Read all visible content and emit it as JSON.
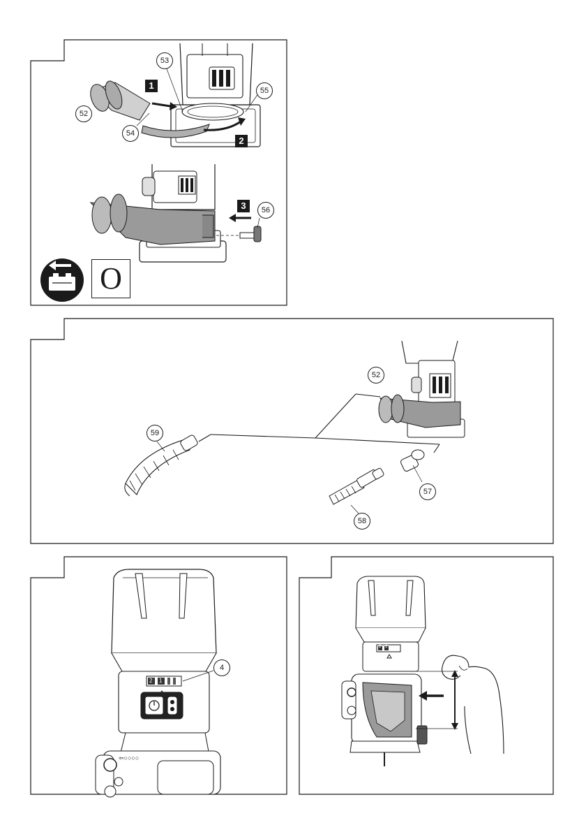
{
  "panel_a": {
    "callouts": [
      "52",
      "53",
      "54",
      "55",
      "56"
    ],
    "steps": [
      "1",
      "2",
      "3"
    ],
    "off_symbol": "O"
  },
  "panel_b": {
    "callouts": [
      "52",
      "57",
      "58",
      "59"
    ]
  },
  "panel_c": {
    "callout": "4",
    "dial_marks": [
      "2",
      "1"
    ],
    "arrow_marks": "⇦○○○○"
  },
  "panel_d": {
    "dial_marks": [
      "2",
      "1"
    ]
  },
  "colors": {
    "line": "#1a1a1a",
    "shade": "#9a9a9a",
    "light_shade": "#c8c8c8",
    "dark": "#333333"
  }
}
